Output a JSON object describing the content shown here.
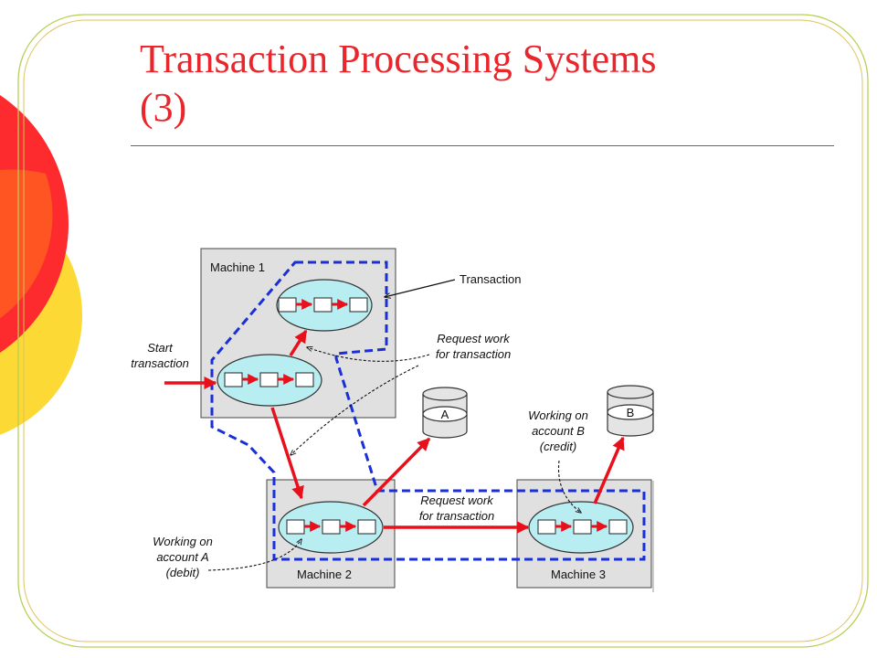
{
  "slide": {
    "title_line1": "Transaction Processing Systems",
    "title_line2": "(3)"
  },
  "diagram": {
    "machine1_label": "Machine 1",
    "machine2_label": "Machine 2",
    "machine3_label": "Machine 3",
    "transaction_label": "Transaction",
    "start_line1": "Start",
    "start_line2": "transaction",
    "request1_line1": "Request work",
    "request1_line2": "for transaction",
    "request2_line1": "Request work",
    "request2_line2": "for transaction",
    "account_a_line1": "Working on",
    "account_a_line2": "account A",
    "account_a_line3": "(debit)",
    "account_b_line1": "Working on",
    "account_b_line2": "account B",
    "account_b_line3": "(credit)",
    "db_a_label": "A",
    "db_b_label": "B"
  },
  "colors": {
    "title": "#e8262b",
    "arrow": "#e8101a",
    "boundary": "#1a2fd6",
    "process": "#b8eef2",
    "machine": "#e0e0e0"
  }
}
